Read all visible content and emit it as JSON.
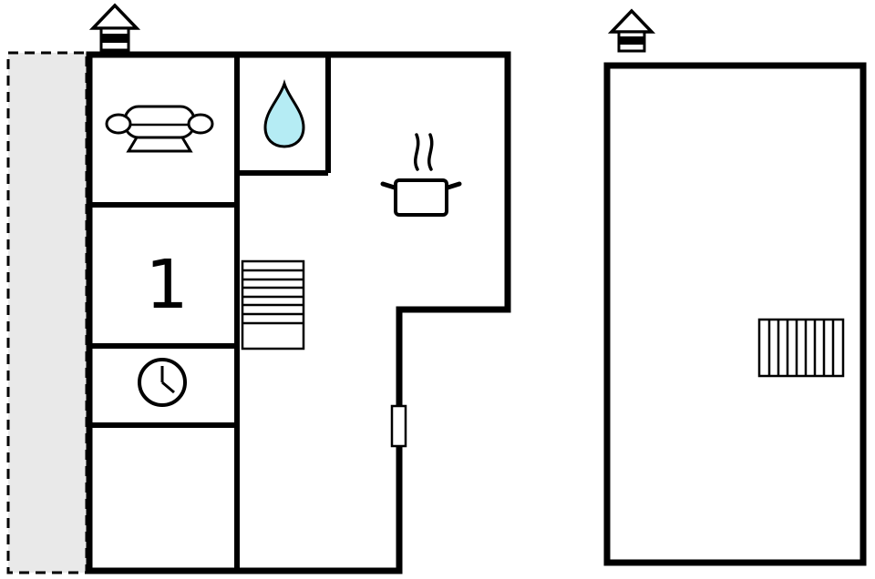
{
  "title": "holiday-home-floor-plan",
  "colors": {
    "background": "#ffffff",
    "wall": "#000000",
    "terrace_fill": "#e9e9e9",
    "water_drop_fill": "#b5ecf4"
  },
  "main_house": {
    "chimney": "chimney-vent",
    "terrace": "covered-terrace",
    "rooms": [
      {
        "id": "living-room",
        "icon": "sofa-icon"
      },
      {
        "id": "bathroom",
        "icon": "water-drop-icon"
      },
      {
        "id": "kitchen",
        "icon": "cooking-pot-icon"
      },
      {
        "id": "bedroom-1",
        "label": "1"
      },
      {
        "id": "hall",
        "icon": "clock-icon"
      },
      {
        "id": "staircase",
        "icon": "stairs-icon"
      }
    ],
    "bedroom_label": "1",
    "door": "entrance-door"
  },
  "annex": {
    "chimney": "chimney-vent",
    "rooms": [
      {
        "id": "annex-room",
        "icon": "stairs-icon"
      }
    ]
  }
}
